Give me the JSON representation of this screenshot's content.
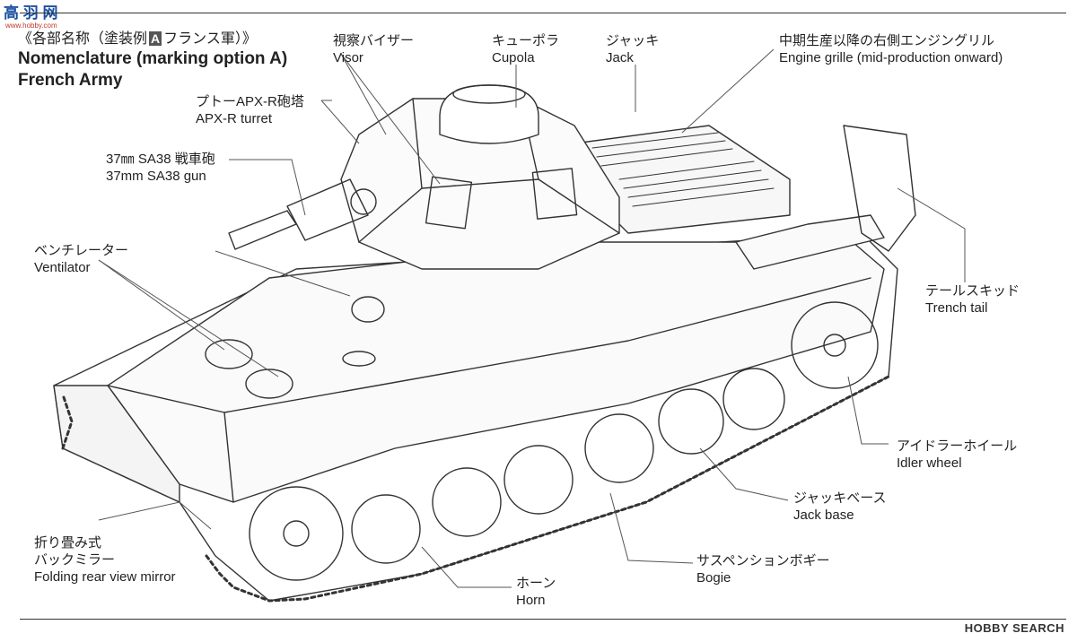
{
  "logo": {
    "main": "高 羽 网",
    "sub": "www.hobby.com"
  },
  "title": {
    "jp_pre": "《各部名称（塗装例",
    "jp_box": "A",
    "jp_post": "フランス軍）》",
    "en_line1": "Nomenclature (marking option A)",
    "en_line2": "French Army"
  },
  "labels": {
    "visor": {
      "jp": "視察バイザー",
      "en": "Visor"
    },
    "cupola": {
      "jp": "キューポラ",
      "en": "Cupola"
    },
    "jack": {
      "jp": "ジャッキ",
      "en": "Jack"
    },
    "engine_grille": {
      "jp": "中期生産以降の右側エンジングリル",
      "en": "Engine grille (mid-production onward)"
    },
    "turret": {
      "jp": "プトーAPX-R砲塔",
      "en": "APX-R turret"
    },
    "gun": {
      "jp": "37㎜ SA38 戦車砲",
      "en": "37mm SA38 gun"
    },
    "ventilator": {
      "jp": "ベンチレーター",
      "en": "Ventilator"
    },
    "trench_tail": {
      "jp": "テールスキッド",
      "en": "Trench tail"
    },
    "idler_wheel": {
      "jp": "アイドラーホイール",
      "en": "Idler wheel"
    },
    "jack_base": {
      "jp": "ジャッキベース",
      "en": "Jack base"
    },
    "mirror": {
      "jp1": "折り畳み式",
      "jp2": "バックミラー",
      "en": "Folding rear view mirror"
    },
    "bogie": {
      "jp": "サスペンションボギー",
      "en": "Bogie"
    },
    "horn": {
      "jp": "ホーン",
      "en": "Horn"
    }
  },
  "watermark": "HOBBY SEARCH",
  "colors": {
    "line": "#333333",
    "logo_blue": "#1a4fa0",
    "logo_red": "#c0392b"
  }
}
